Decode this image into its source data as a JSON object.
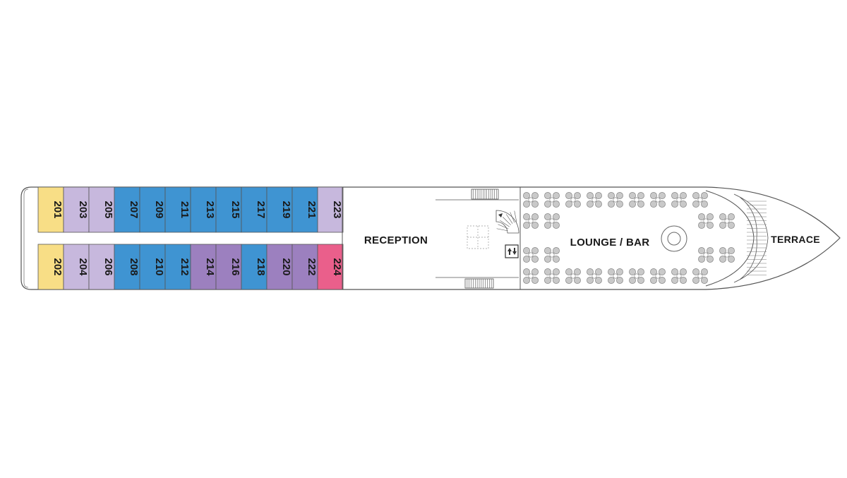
{
  "deck_plan": {
    "cabins_top": [
      {
        "number": "201",
        "category": "yellow"
      },
      {
        "number": "203",
        "category": "lavender"
      },
      {
        "number": "205",
        "category": "lavender"
      },
      {
        "number": "207",
        "category": "blue"
      },
      {
        "number": "209",
        "category": "blue"
      },
      {
        "number": "211",
        "category": "blue"
      },
      {
        "number": "213",
        "category": "blue"
      },
      {
        "number": "215",
        "category": "blue"
      },
      {
        "number": "217",
        "category": "blue"
      },
      {
        "number": "219",
        "category": "blue"
      },
      {
        "number": "221",
        "category": "blue"
      },
      {
        "number": "223",
        "category": "lavender"
      }
    ],
    "cabins_bottom": [
      {
        "number": "202",
        "category": "yellow"
      },
      {
        "number": "204",
        "category": "lavender"
      },
      {
        "number": "206",
        "category": "lavender"
      },
      {
        "number": "208",
        "category": "blue"
      },
      {
        "number": "210",
        "category": "blue"
      },
      {
        "number": "212",
        "category": "blue"
      },
      {
        "number": "214",
        "category": "purple"
      },
      {
        "number": "216",
        "category": "purple"
      },
      {
        "number": "218",
        "category": "blue"
      },
      {
        "number": "220",
        "category": "purple"
      },
      {
        "number": "222",
        "category": "purple"
      },
      {
        "number": "224",
        "category": "pink"
      }
    ],
    "areas": {
      "reception": "RECEPTION",
      "lounge": "LOUNGE / BAR",
      "terrace": "TERRACE"
    },
    "icons": [
      "elevator-icon",
      "staircase-icon",
      "table-icon"
    ]
  },
  "colors": {
    "yellow": "#f8de86",
    "lavender": "#c7b8dd",
    "blue": "#3f94d2",
    "purple": "#9c80bf",
    "pink": "#ea5f8b",
    "outline": "#555555",
    "furniture": "#bdbdbd"
  }
}
